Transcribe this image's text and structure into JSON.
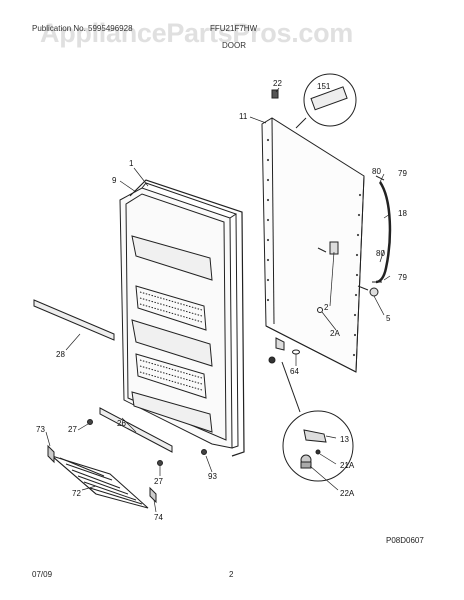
{
  "watermark": "AppliancePartsPros.com",
  "header": {
    "left": "Publication No. 5995496928",
    "right": "FFU21F7HW",
    "title": "DOOR"
  },
  "figure_code": "P08D0607",
  "footer": {
    "date": "07/09",
    "page": "2"
  },
  "callouts": {
    "c1": "1",
    "c2": "2",
    "c2a": "2A",
    "c5": "5",
    "c9": "9",
    "c11": "11",
    "c13": "13",
    "c18": "18",
    "c21a": "21A",
    "c22": "22",
    "c22a": "22A",
    "c26": "26",
    "c27a": "27",
    "c27b": "27",
    "c28": "28",
    "c64": "64",
    "c72": "72",
    "c73": "73",
    "c74": "74",
    "c79a": "79",
    "c79b": "79",
    "c80a": "80",
    "c80b": "80",
    "c93": "93",
    "c151": "151"
  }
}
